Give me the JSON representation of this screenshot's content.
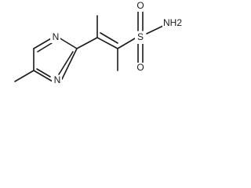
{
  "structure": {
    "atoms": {
      "n_top": "N",
      "n_bottom": "N",
      "sulfur": "S",
      "oxygen_top": "O",
      "oxygen_bottom": "O",
      "amine": "NH2"
    },
    "colors": {
      "bond": "#1a1a1a",
      "background": "#ffffff"
    }
  }
}
